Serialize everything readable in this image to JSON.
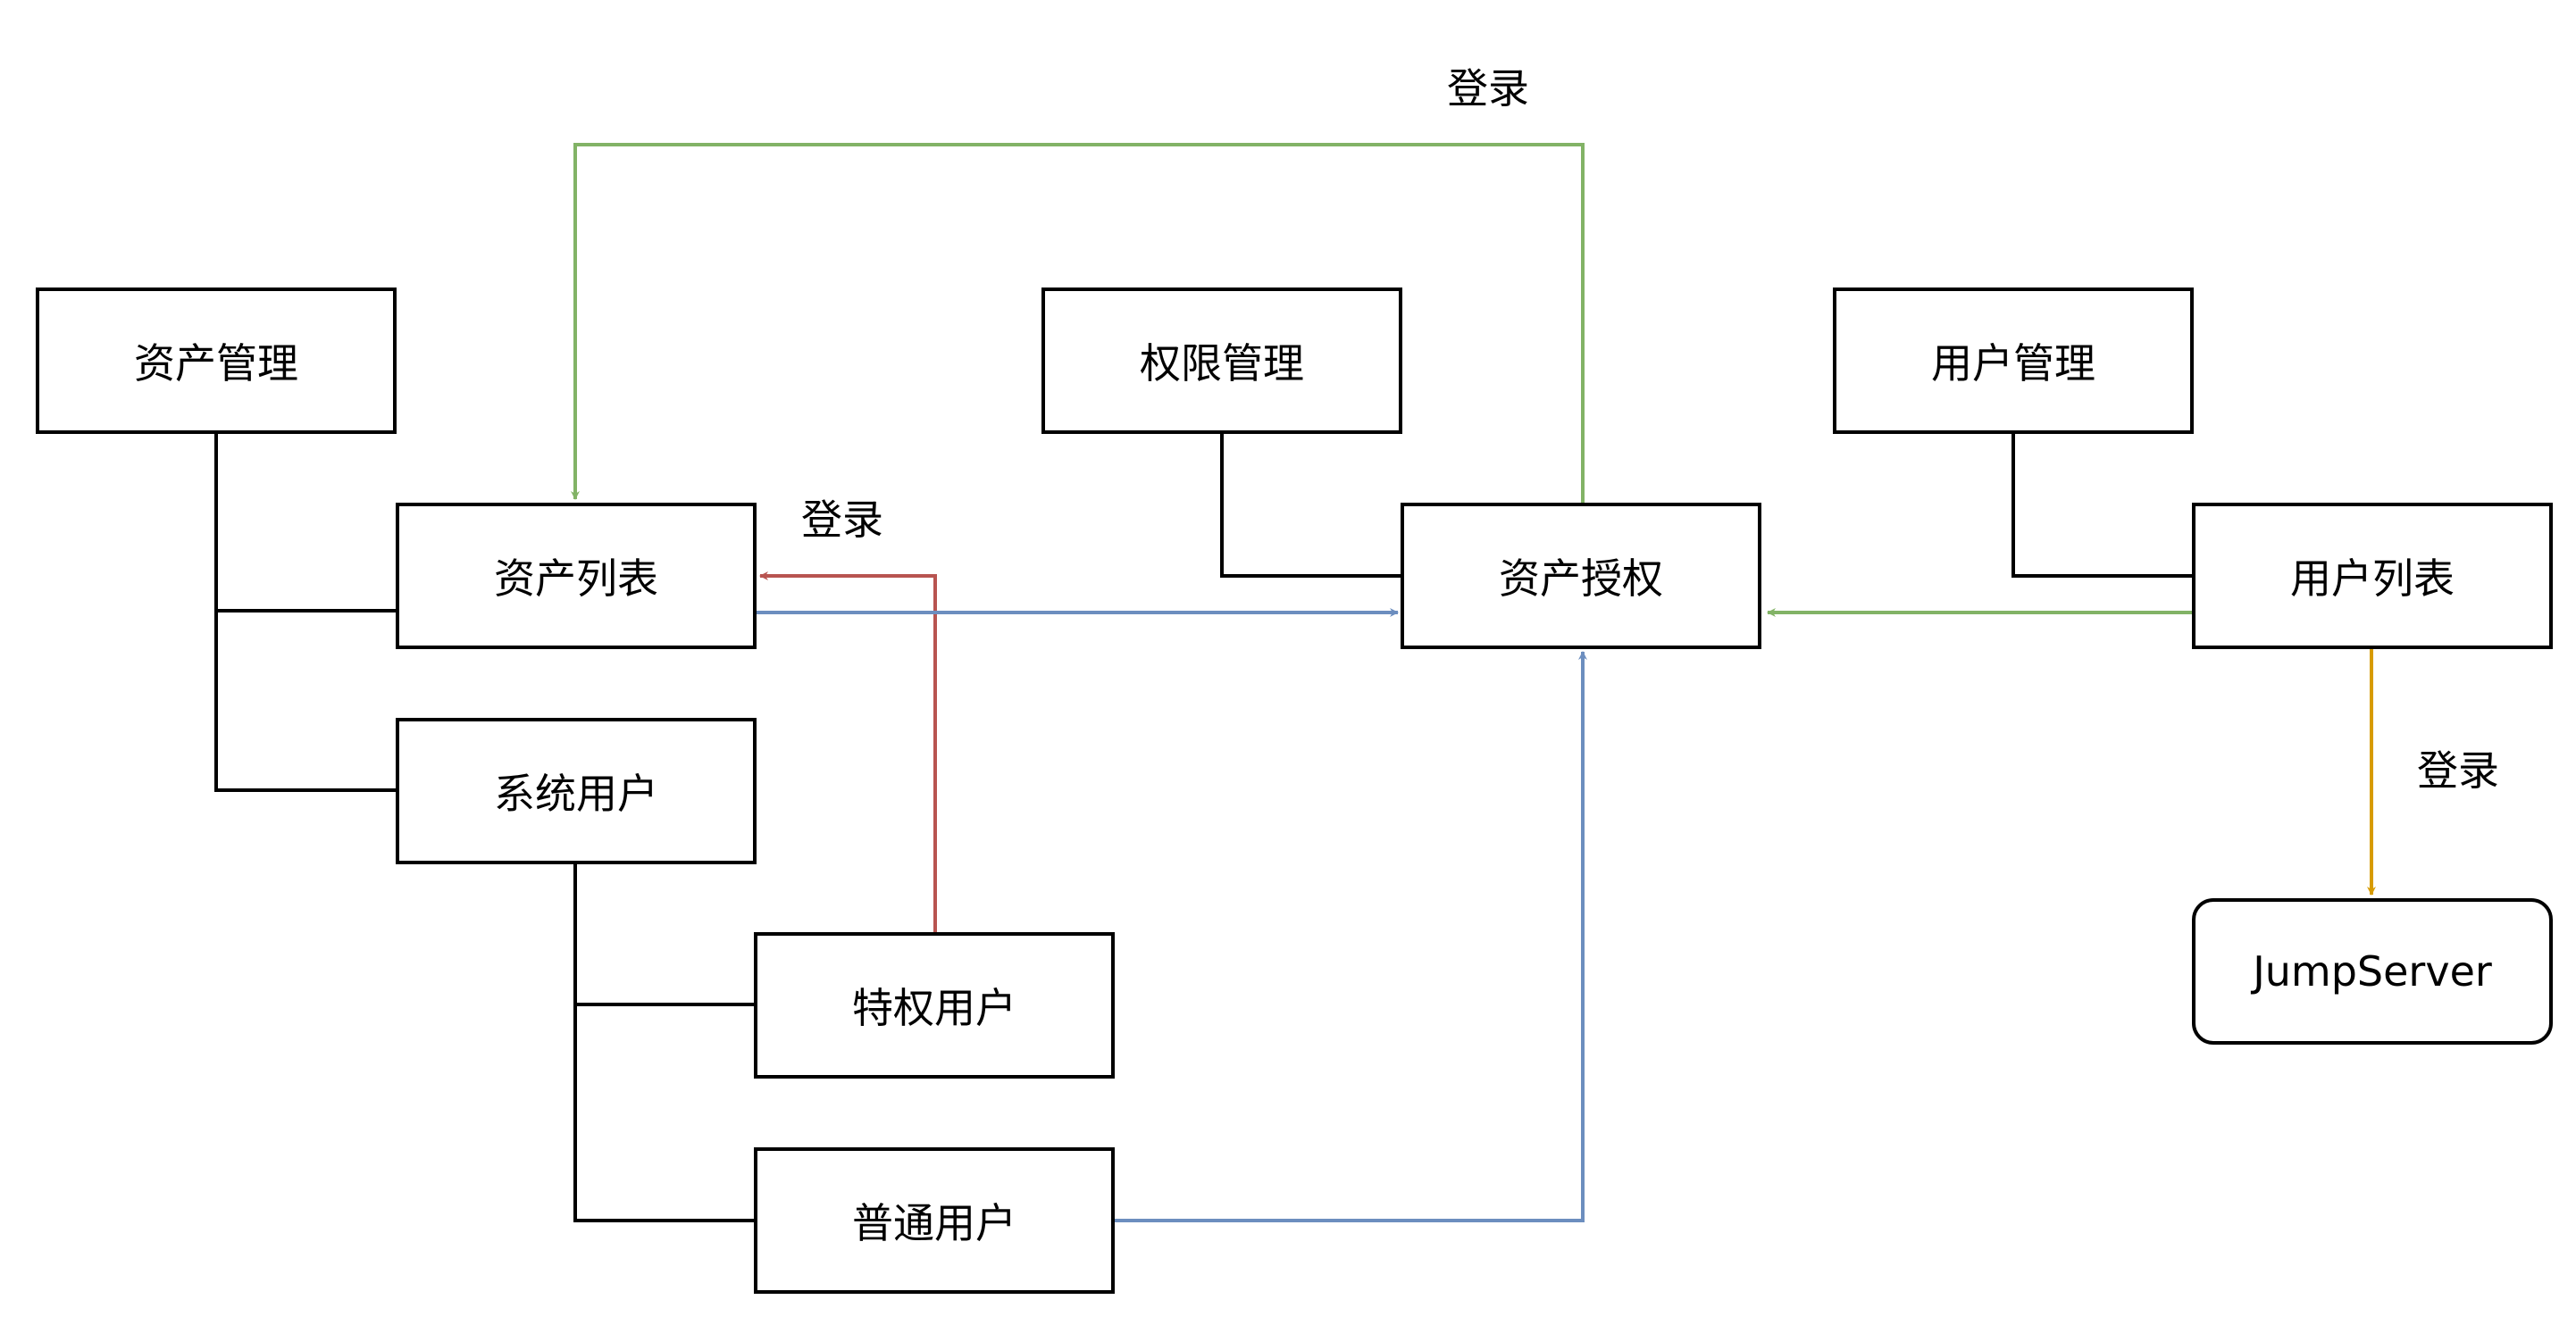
{
  "nodes": {
    "asset_mgmt": "资产管理",
    "asset_list": "资产列表",
    "system_user": "系统用户",
    "privileged_user": "特权用户",
    "normal_user": "普通用户",
    "perm_mgmt": "权限管理",
    "asset_auth": "资产授权",
    "user_mgmt": "用户管理",
    "user_list": "用户列表",
    "jumpserver": "JumpServer"
  },
  "edge_labels": {
    "top_login": "登录",
    "privileged_login": "登录",
    "jumpserver_login": "登录"
  },
  "colors": {
    "tree_line": "#000000",
    "green_edge": "#82b366",
    "red_edge": "#b85450",
    "blue_edge": "#6c8ebf",
    "orange_edge": "#d79b00"
  }
}
